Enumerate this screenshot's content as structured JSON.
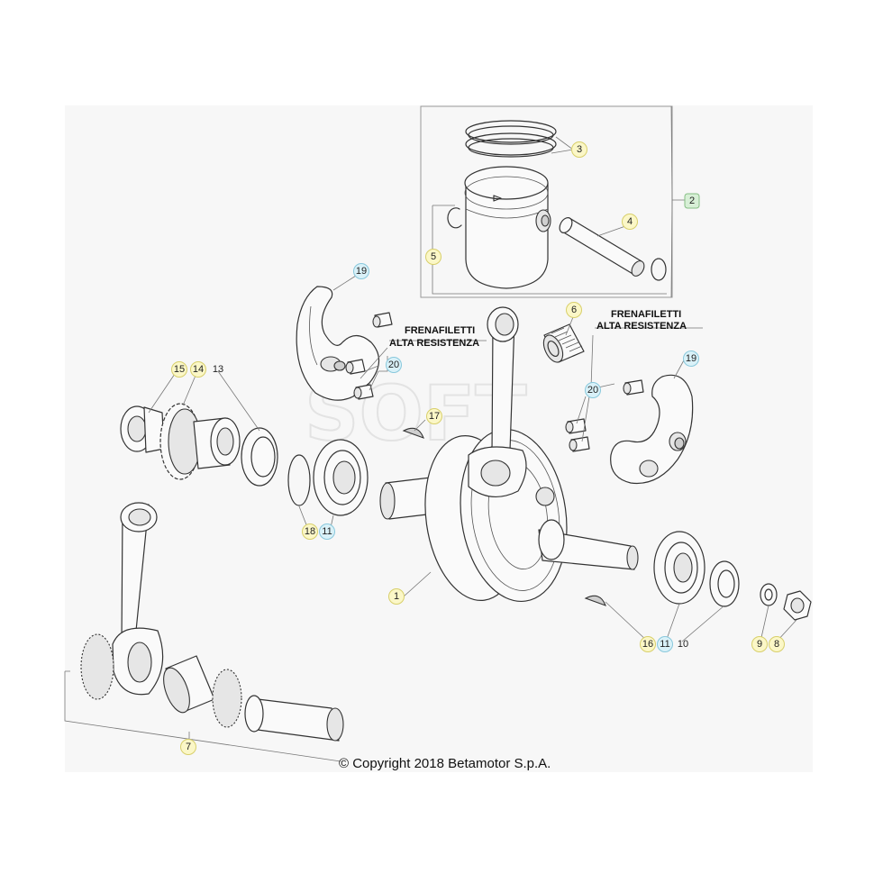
{
  "callouts": {
    "c1": "1",
    "c2": "2",
    "c3": "3",
    "c4": "4",
    "c5": "5",
    "c6": "6",
    "c7": "7",
    "c8": "8",
    "c9": "9",
    "c10": "10",
    "c11a": "11",
    "c11b": "11",
    "c13": "13",
    "c14": "14",
    "c15": "15",
    "c16": "16",
    "c17": "17",
    "c18": "18",
    "c19a": "19",
    "c19b": "19",
    "c20a": "20",
    "c20b": "20"
  },
  "notes": {
    "left_line1": "FRENAFILETTI",
    "left_line2": "ALTA RESISTENZA",
    "right_line1": "FRENAFILETTI",
    "right_line2": "ALTA RESISTENZA"
  },
  "watermark": "SOFT",
  "copyright": "© Copyright 2018 Betamotor S.p.A.",
  "colors": {
    "badge_yellow": "#fbf7c7",
    "badge_blue": "#d9f1f8",
    "badge_green": "#d7efd6"
  }
}
